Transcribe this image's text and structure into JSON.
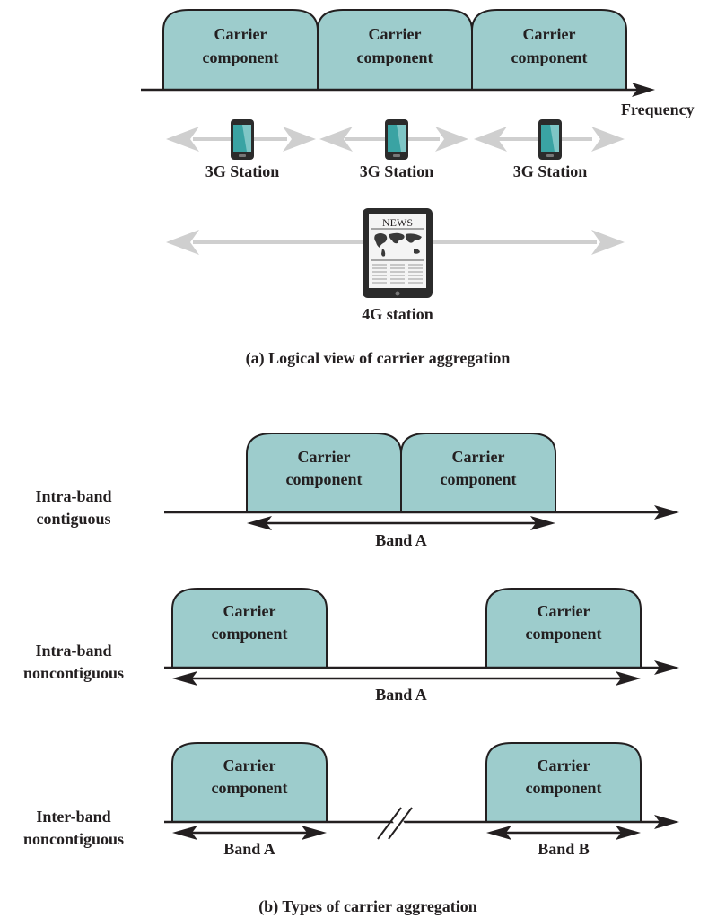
{
  "colors": {
    "carrier_fill": "#9dcccc",
    "line": "#231f20",
    "gray_arrow": "#cfcfcf",
    "device_screen": "#3aa3a3"
  },
  "part_a": {
    "carriers": [
      {
        "line1": "Carrier",
        "line2": "component"
      },
      {
        "line1": "Carrier",
        "line2": "component"
      },
      {
        "line1": "Carrier",
        "line2": "component"
      }
    ],
    "axis_label": "Frequency",
    "stations_3g": [
      "3G Station",
      "3G Station",
      "3G Station"
    ],
    "tablet_header": "NEWS",
    "station_4g": "4G station",
    "caption": "(a) Logical view of carrier aggregation"
  },
  "part_b": {
    "rows": [
      {
        "label_line1": "Intra-band",
        "label_line2": "contiguous",
        "carriers": [
          {
            "line1": "Carrier",
            "line2": "component"
          },
          {
            "line1": "Carrier",
            "line2": "component"
          }
        ],
        "bands": [
          "Band A"
        ]
      },
      {
        "label_line1": "Intra-band",
        "label_line2": "noncontiguous",
        "carriers": [
          {
            "line1": "Carrier",
            "line2": "component"
          },
          {
            "line1": "Carrier",
            "line2": "component"
          }
        ],
        "bands": [
          "Band A"
        ]
      },
      {
        "label_line1": "Inter-band",
        "label_line2": "noncontiguous",
        "carriers": [
          {
            "line1": "Carrier",
            "line2": "component"
          },
          {
            "line1": "Carrier",
            "line2": "component"
          }
        ],
        "bands": [
          "Band A",
          "Band B"
        ]
      }
    ],
    "caption": "(b) Types of carrier aggregation"
  }
}
